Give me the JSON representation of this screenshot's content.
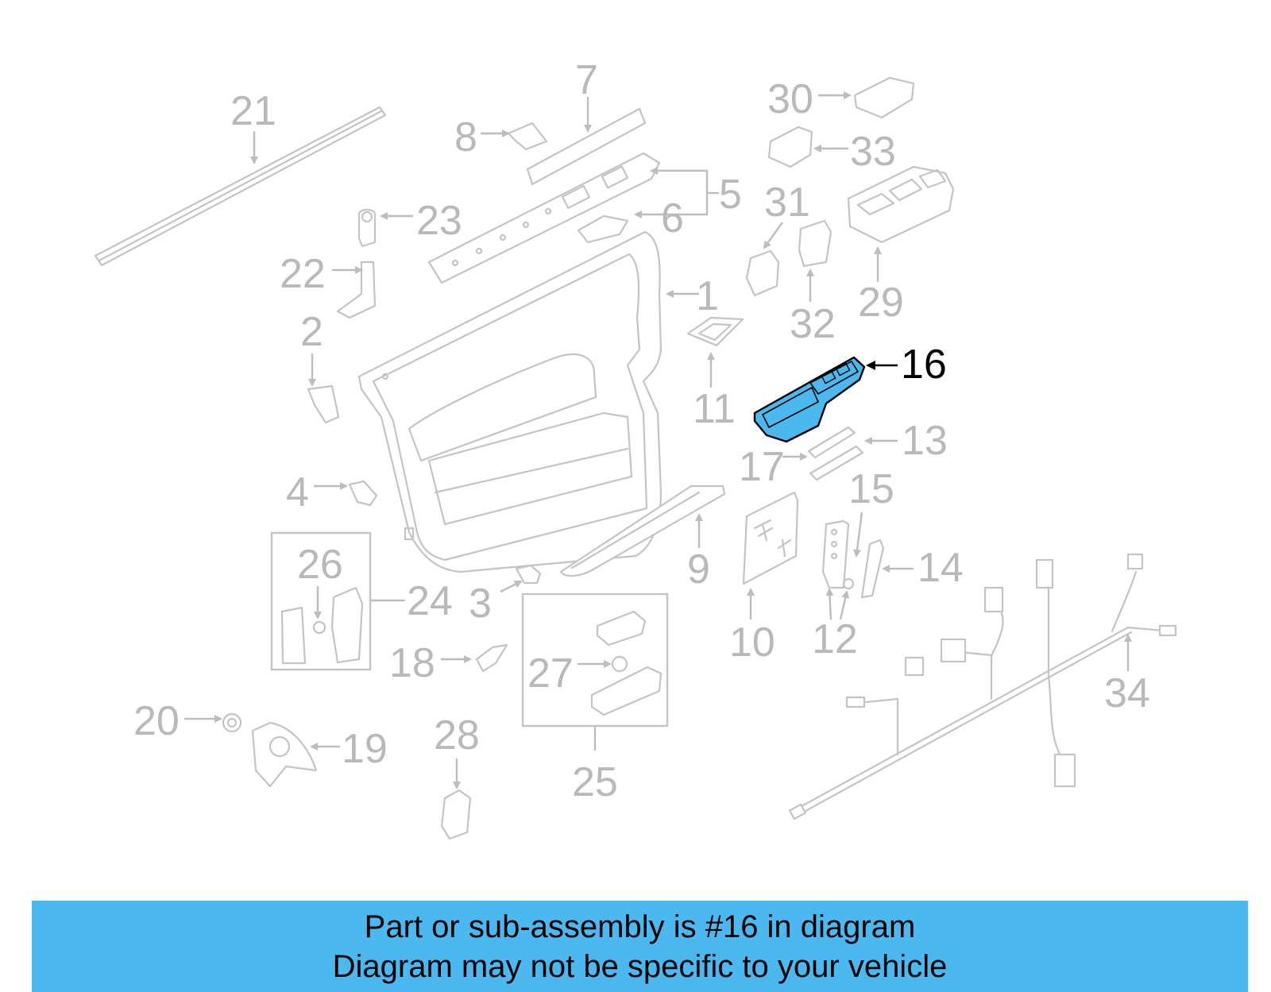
{
  "diagram": {
    "highlight_color": "#4bb8f0",
    "label_color": "#b9b9b9",
    "labels": {
      "n1": "1",
      "n2": "2",
      "n3": "3",
      "n4": "4",
      "n5": "5",
      "n6": "6",
      "n7": "7",
      "n8": "8",
      "n9": "9",
      "n10": "10",
      "n11": "11",
      "n12": "12",
      "n13": "13",
      "n14": "14",
      "n15": "15",
      "n16": "16",
      "n17": "17",
      "n18": "18",
      "n19": "19",
      "n20": "20",
      "n21": "21",
      "n22": "22",
      "n23": "23",
      "n24": "24",
      "n25": "25",
      "n26": "26",
      "n27": "27",
      "n28": "28",
      "n29": "29",
      "n30": "30",
      "n31": "31",
      "n32": "32",
      "n33": "33",
      "n34": "34"
    }
  },
  "banner": {
    "line1": "Part or sub-assembly is #16 in diagram",
    "line2": "Diagram may not be specific to your vehicle",
    "background": "#4bb8f0"
  }
}
